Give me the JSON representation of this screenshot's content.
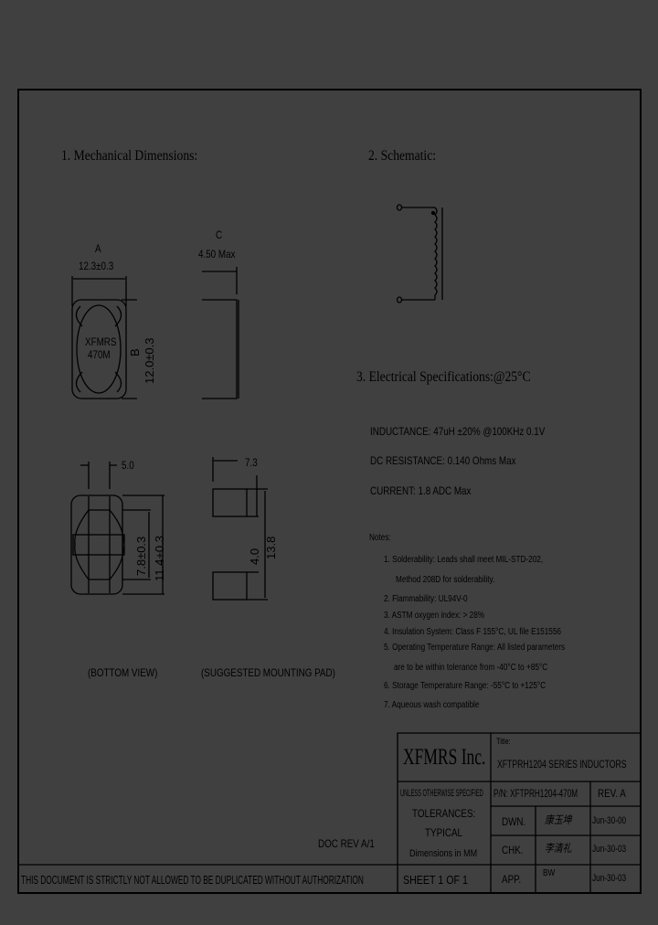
{
  "sections": {
    "mechanical": "1. Mechanical Dimensions:",
    "schematic": "2. Schematic:",
    "electrical": "3. Electrical   Specifications:@25°C"
  },
  "mechanical": {
    "dim_a_label": "A",
    "dim_a_value": "12.3±0.3",
    "dim_b_label": "B",
    "dim_b_value": "12.0±0.3",
    "dim_c_label": "C",
    "dim_c_value": "4.50 Max",
    "marking_line1": "XFMRS",
    "marking_line2": "470M",
    "bottom_dim_width": "5.0",
    "bottom_dim_inner": "7.8±0.3",
    "bottom_dim_outer": "11.4+0.3",
    "pad_dim_width": "7.3",
    "pad_dim_gap": "4.0",
    "pad_dim_total": "13.8",
    "bottom_view_caption": "(BOTTOM VIEW)",
    "pad_caption": "(SUGGESTED MOUNTING PAD)"
  },
  "electrical": {
    "inductance": "INDUCTANCE: 47uH ±20% @100KHz 0.1V",
    "dc_resistance": "DC RESISTANCE:  0.140 Ohms Max",
    "current": "CURRENT: 1.8 ADC Max"
  },
  "notes": {
    "heading": "Notes:",
    "items": [
      "1. Solderability: Leads shall meet MIL-STD-202,",
      "Method 208D for solderability.",
      "2. Flammability: UL94V-0",
      "3. ASTM oxygen index: > 28%",
      "4. Insulation System: Class F 155°C, UL file E151556",
      "5. Operating Temperature Range: All listed parameters",
      "are to be within tolerance from -40°C to +85°C",
      "6. Storage Temperature Range: -55°C to +125°C",
      "7. Aqueous wash compatible"
    ]
  },
  "doc_rev": "DOC REV A/1",
  "title_block": {
    "company": "XFMRS Inc.",
    "title_label": "Title:",
    "title": "XFTPRH1204 SERIES INDUCTORS",
    "unless": "UNLESS OTHERWISE SPECIFIED",
    "tolerances": "TOLERANCES:",
    "typical": "TYPICAL",
    "dimensions": "Dimensions in MM",
    "pn": "P/N: XFTPRH1204-470M",
    "rev": "REV. A",
    "dwn_label": "DWN.",
    "dwn_sig": "康玉坤",
    "dwn_date": "Jun-30-00",
    "chk_label": "CHK.",
    "chk_sig": "李清礼",
    "chk_date": "Jun-30-03",
    "app_label": "APP.",
    "app_sig": "BW",
    "app_date": "Jun-30-03",
    "sheet": "SHEET  1  OF  1",
    "disclaimer": "THIS DOCUMENT IS STRICTLY NOT ALLOWED TO BE DUPLICATED WITHOUT AUTHORIZATION"
  }
}
